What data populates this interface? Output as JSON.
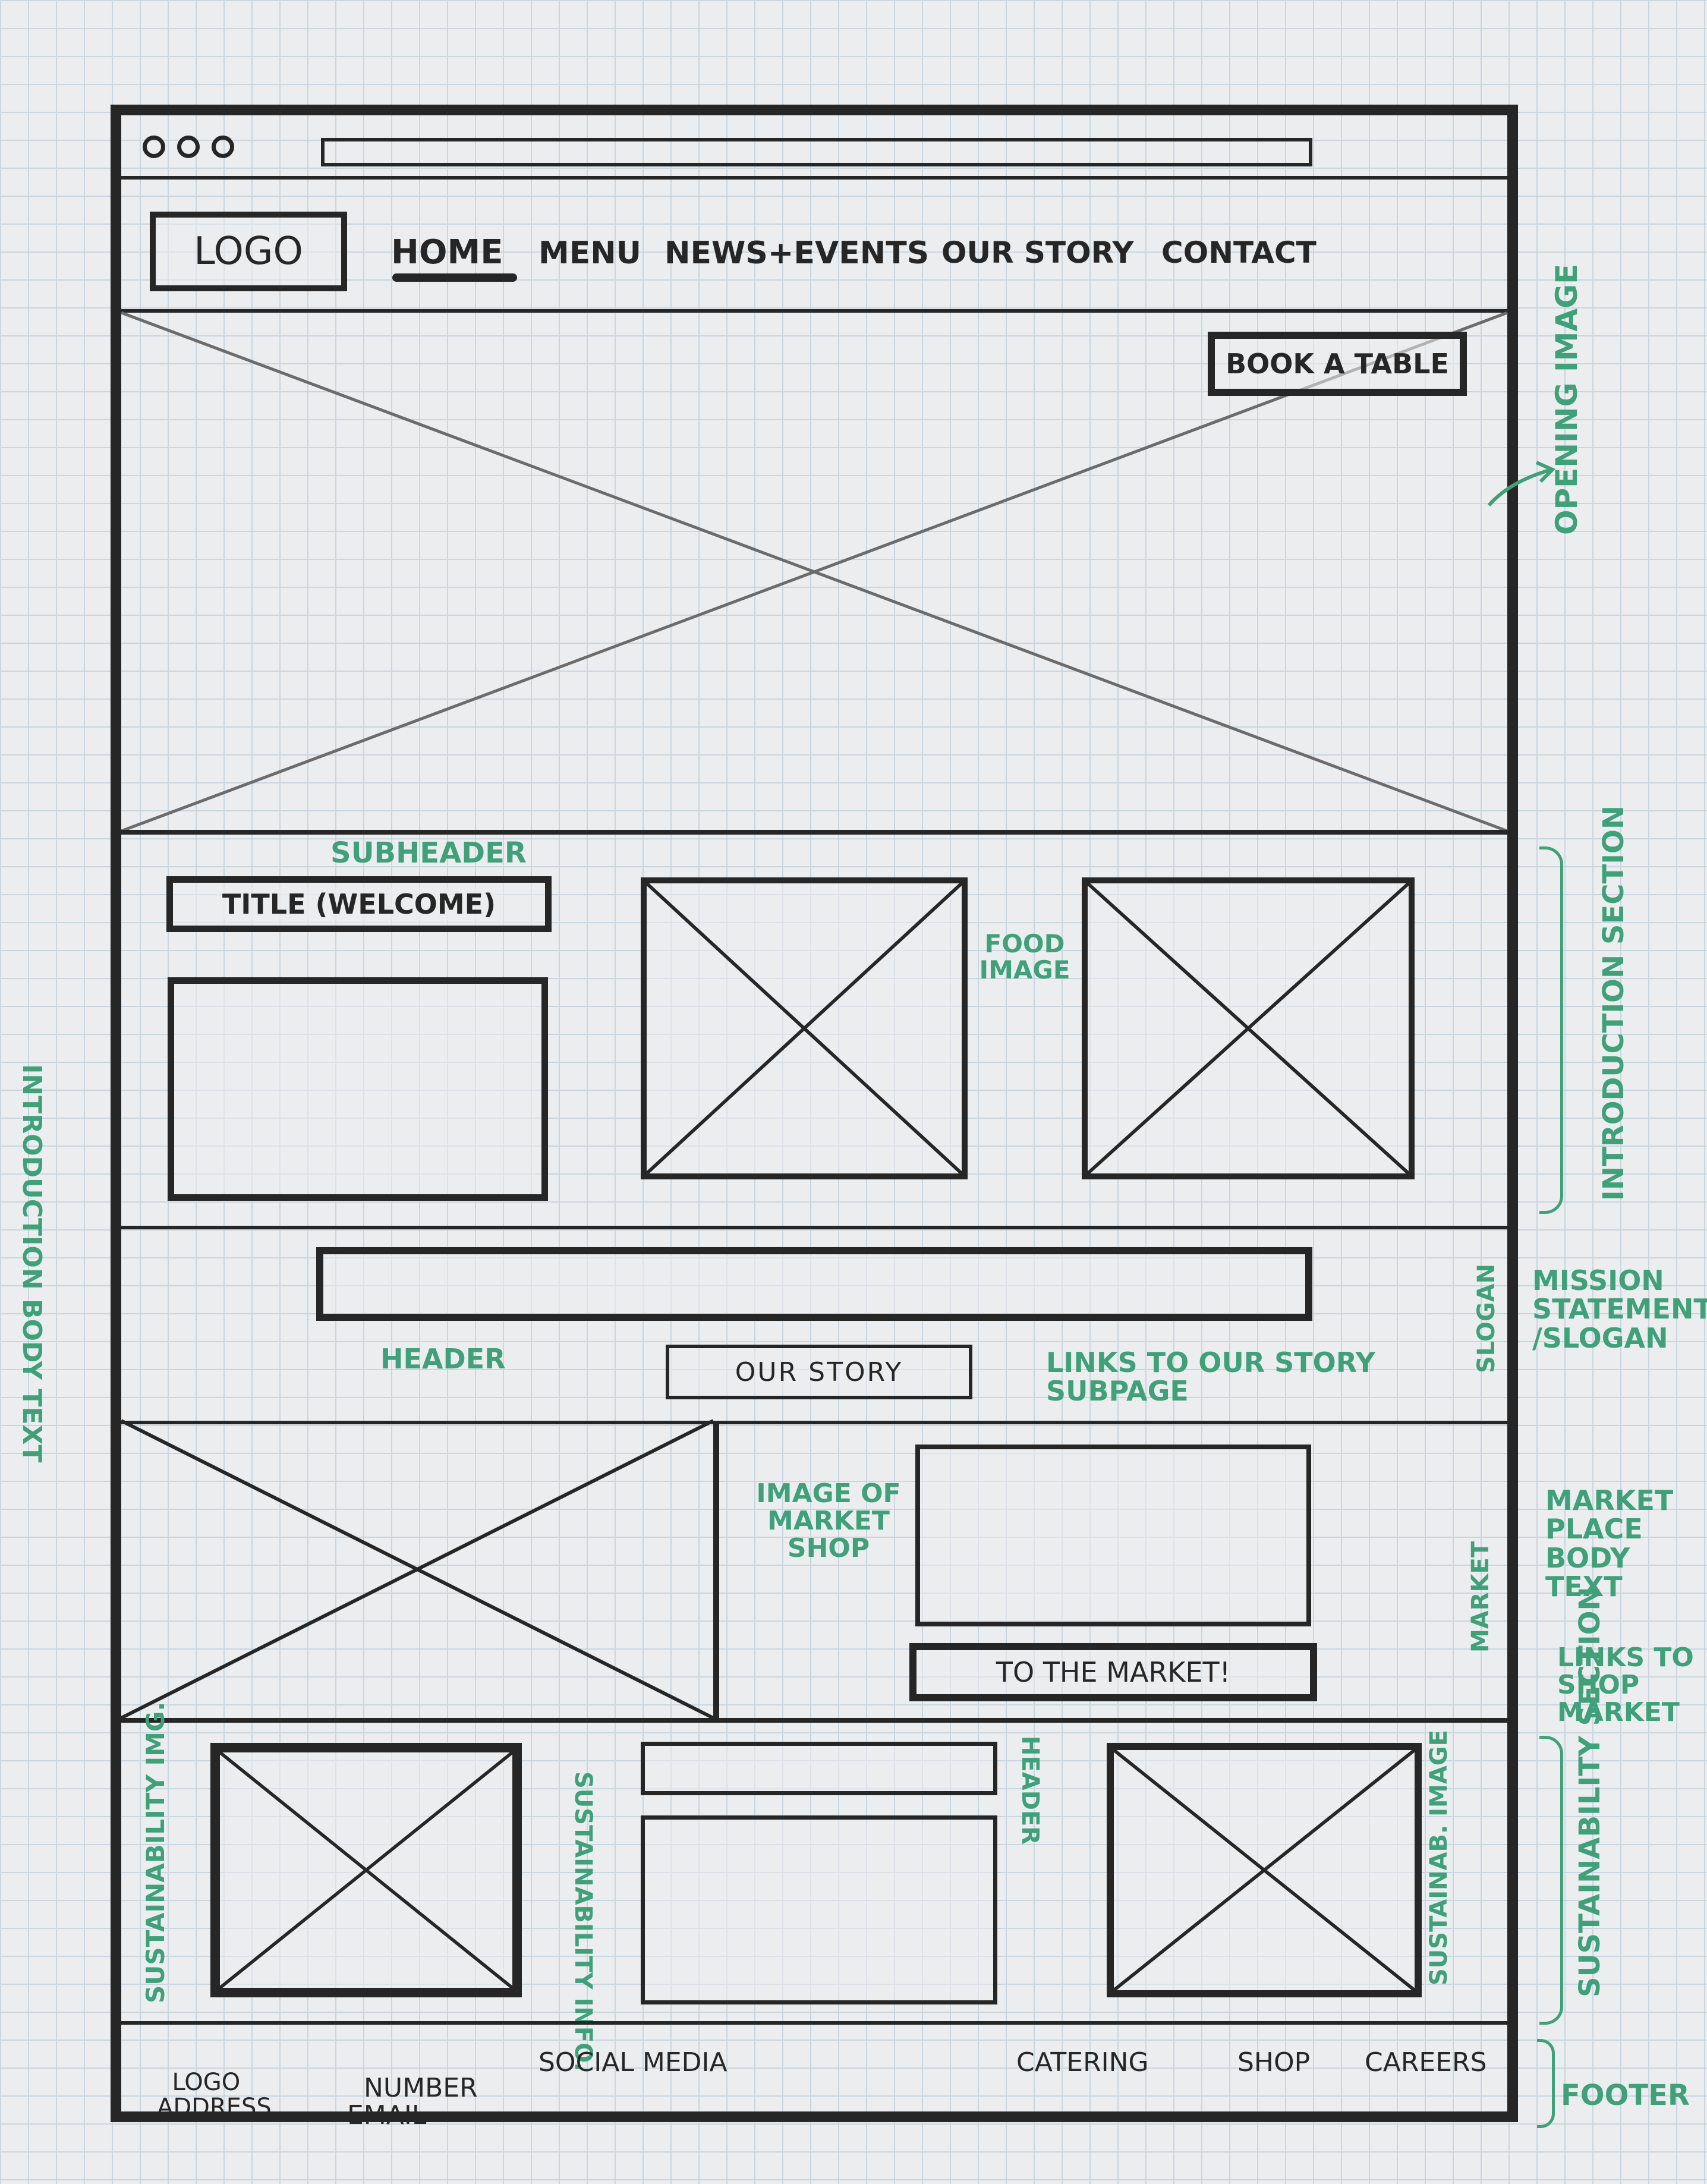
{
  "browser": {
    "dots": [
      "",
      "",
      ""
    ]
  },
  "nav": {
    "logo": "LOGO",
    "items": [
      "HOME",
      "MENU",
      "NEWS+EVENTS",
      "OUR STORY",
      "CONTACT"
    ],
    "active": "HOME"
  },
  "hero": {
    "button": "BOOK A TABLE",
    "annotation": "OPENING IMAGE"
  },
  "intro": {
    "title": "TITLE (WELCOME)",
    "subheader_note": "SUBHEADER",
    "body_note": "INTRODUCTION BODY TEXT",
    "food_note": "FOOD IMAGE",
    "section_note": "INTRODUCTION SECTION"
  },
  "slogan": {
    "header_note": "HEADER",
    "button": "OUR STORY",
    "link_note": "LINKS TO OUR STORY SUBPAGE",
    "bracket": "SLOGAN",
    "note": "MISSION STATEMENT /SLOGAN"
  },
  "market": {
    "image_note": "IMAGE OF MARKET SHOP",
    "button": "TO THE MARKET!",
    "bracket": "MARKET",
    "body_note": "MARKET PLACE BODY TEXT",
    "link_note": "LINKS TO SHOP MARKET"
  },
  "sustain": {
    "img_note": "SUSTAINABILITY IMG.",
    "info_note": "SUSTAINABILITY INFO.",
    "header_note": "HEADER",
    "image_note": "SUSTAINAB. IMAGE",
    "section_note": "SUSTAINABILITY SECTION"
  },
  "footer": {
    "items": [
      "LOGO\nADDRESS",
      "NUMBER\nEMAIL",
      "SOCIAL MEDIA",
      "CATERING",
      "SHOP",
      "CAREERS"
    ],
    "note": "FOOTER"
  }
}
